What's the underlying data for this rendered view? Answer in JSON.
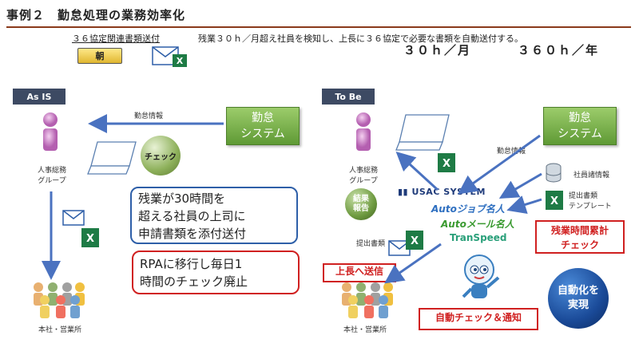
{
  "header": {
    "title": "事例２　勤怠処理の業務効率化",
    "task_label": "３６協定関連書類送付",
    "task_desc": "残業３０ｈ／月超え社員を検知し、上長に３６協定で必要な書類を自動送付する。",
    "time_month": "３０ｈ／月",
    "time_year": "３６０ｈ／年",
    "timing_button": "朝"
  },
  "asis": {
    "tag": "As IS",
    "system_line1": "勤怠",
    "system_line2": "システム",
    "flow_label": "勤怠情報",
    "group_line1": "人事総務",
    "group_line2": "グループ",
    "check_label": "チェック",
    "office_label": "本社・営業所",
    "callout_blue": [
      "残業が30時間を",
      "超える社員の上司に",
      "申請書類を添付送付"
    ],
    "callout_red": [
      "RPAに移行し毎日1",
      "時間のチェック廃止"
    ]
  },
  "tobe": {
    "tag": "To Be",
    "system_line1": "勤怠",
    "system_line2": "システム",
    "flow_label": "勤怠情報",
    "group_line1": "人事総務",
    "group_line2": "グループ",
    "result_line1": "結果",
    "result_line2": "報告",
    "employee_info": "社員諸情報",
    "template_line1": "提出書類",
    "template_line2": "テンプレート",
    "submit_docs": "提出書類",
    "send_to_boss": "上長へ送信",
    "overtime_check_line1": "残業時間累計",
    "overtime_check_line2": "チェック",
    "auto_check_notify": "自動チェック＆通知",
    "automation_line1": "自動化を",
    "automation_line2": "実現",
    "office_label": "本社・営業所",
    "logo_usac": "USAC SYSTEM",
    "logo_autojob": "Autoジョブ名人",
    "logo_automail": "Autoメール名人",
    "logo_transpeed": "TranSpeed"
  }
}
